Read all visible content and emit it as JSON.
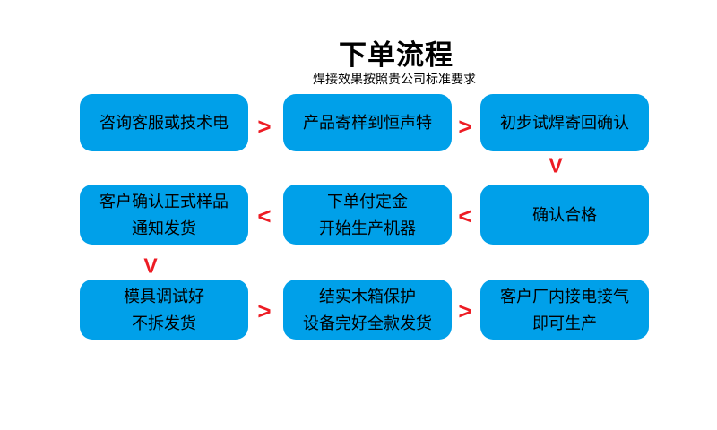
{
  "header": {
    "title": "下单流程",
    "subtitle": "焊接效果按照贵公司标准要求"
  },
  "colors": {
    "background": "#FFFFFF",
    "box_bg": "#00A0E9",
    "box_text": "#000000",
    "arrow_red": "#ED1C24"
  },
  "flow": {
    "row1": {
      "box1": {
        "line1": "咨询客服或技术电"
      },
      "arrow1": ">",
      "box2": {
        "line1": "产品寄样到恒声特"
      },
      "arrow2": ">",
      "box3": {
        "line1": "初步试焊寄回确认"
      },
      "down_arrow": "V"
    },
    "row2": {
      "box1": {
        "line1": "客户确认正式样品",
        "line2": "通知发货"
      },
      "arrow1": "<",
      "box2": {
        "line1": "下单付定金",
        "line2": "开始生产机器"
      },
      "arrow2": "<",
      "box3": {
        "line1": "确认合格"
      },
      "down_arrow": "V"
    },
    "row3": {
      "box1": {
        "line1": "模具调试好",
        "line2": "不拆发货"
      },
      "arrow1": ">",
      "box2": {
        "line1": "结实木箱保护",
        "line2": "设备完好全款发货"
      },
      "arrow2": ">",
      "box3": {
        "line1": "客户厂内接电接气",
        "line2": "即可生产"
      }
    }
  }
}
